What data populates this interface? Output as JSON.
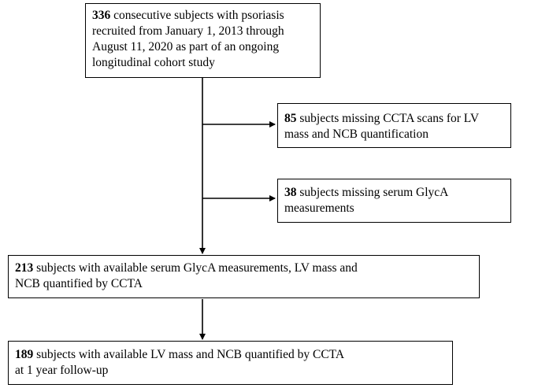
{
  "flowchart": {
    "box_initial": {
      "count": "336",
      "text": " consecutive subjects with psoriasis recruited from January 1, 2013 through August 11, 2020 as part of an ongoing longitudinal cohort study"
    },
    "box_excl_1": {
      "count": "85",
      "text": " subjects missing CCTA scans for LV mass and NCB quantification"
    },
    "box_excl_2": {
      "count": "38",
      "text": " subjects missing serum GlycA measurements"
    },
    "box_analysis": {
      "count": "213",
      "text": " subjects with available serum GlycA measurements, LV mass and NCB quantified by CCTA"
    },
    "box_followup": {
      "count": "189",
      "text": " subjects with available LV mass and NCB quantified by CCTA at 1 year follow-up"
    }
  }
}
